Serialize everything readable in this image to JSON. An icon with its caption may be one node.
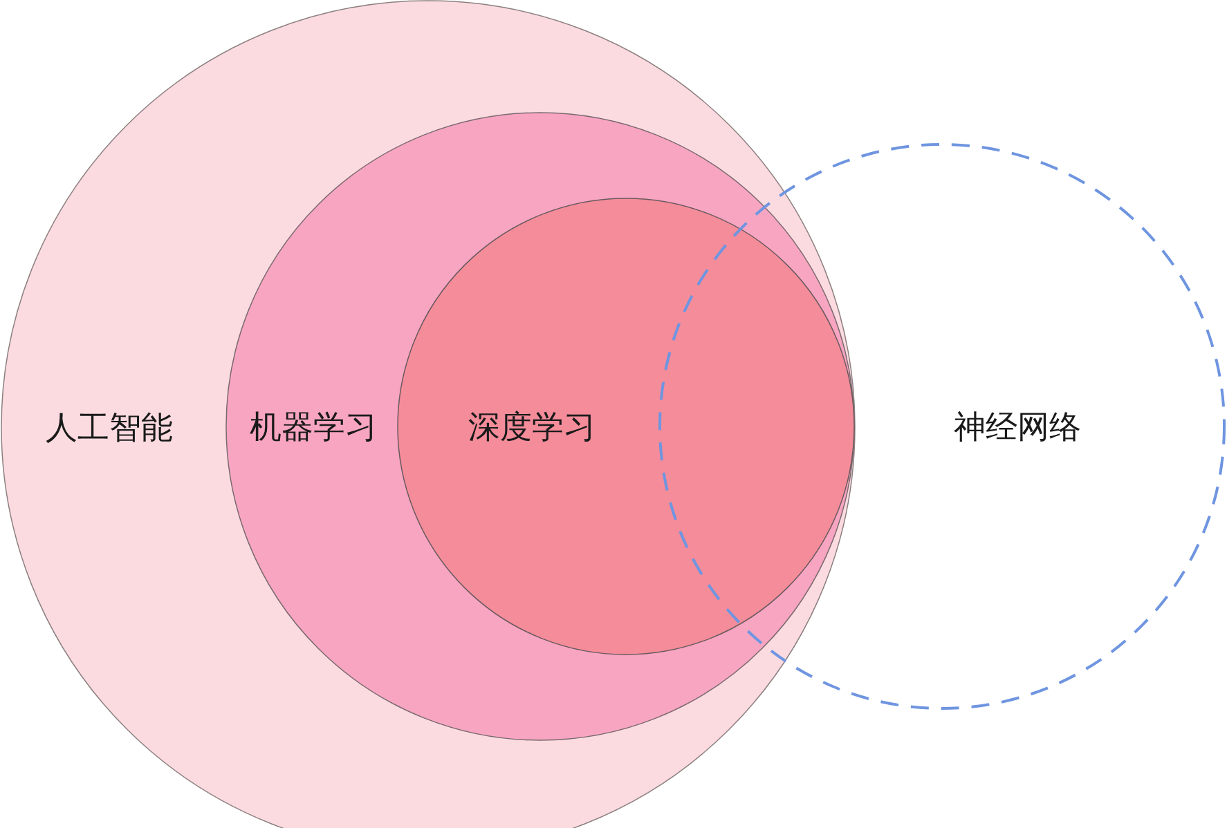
{
  "diagram": {
    "nodes": [
      {
        "text": [
          "人工智能"
        ]
      },
      {
        "text": [
          "机器学习"
        ],
        "in": 0
      },
      {
        "text": [
          "深度学习"
        ],
        "in": 1
      },
      {
        "text": [
          "神经网络"
        ]
      }
    ]
  }
}
